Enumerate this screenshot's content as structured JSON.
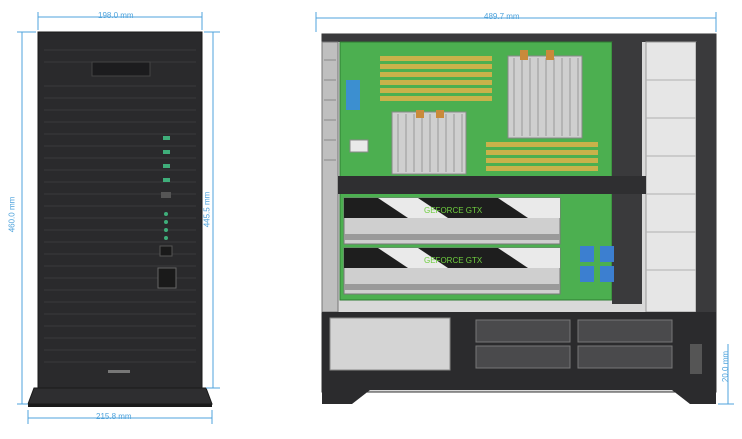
{
  "dimensions": {
    "front_width": "198.0 mm",
    "front_height_left": "460.0 mm",
    "front_height_right": "445.5 mm",
    "front_base_width": "215.8 mm",
    "side_depth": "489.7 mm",
    "side_foot_height": "20.0 mm"
  },
  "gpu_labels": {
    "gpu_top": "GEFORCE GTX",
    "gpu_bottom": "GEFORCE GTX"
  },
  "colors": {
    "dimension_line": "#4fa3dc",
    "chassis_dark": "#2b2b2d",
    "motherboard": "#4caf50",
    "ram": "#c9b24a"
  }
}
